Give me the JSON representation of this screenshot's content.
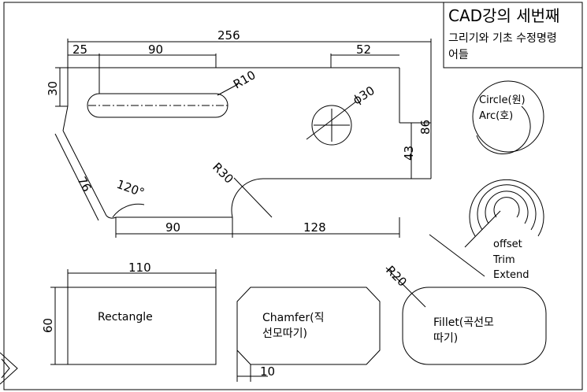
{
  "title_block": {
    "title": "CAD강의 세번째",
    "subtitle_line1": "그리기와 기초 수정명령",
    "subtitle_line2": "어들"
  },
  "dimensions": {
    "overall_width": "256",
    "left_offset": "25",
    "slot_length": "90",
    "right_offset": "52",
    "top_height": "30",
    "slot_radius": "R10",
    "hole_diameter": "ϕ30",
    "right_height": "86",
    "notch_height": "43",
    "fillet_radius": "R30",
    "slant_length": "76",
    "angle": "120°",
    "bottom_left": "90",
    "bottom_right": "128"
  },
  "examples": {
    "circle_label_1": "Circle(원)",
    "circle_label_2": "Arc(호)",
    "offset_label_1": "offset",
    "offset_label_2": "Trim",
    "offset_label_3": "Extend",
    "rectangle_label": "Rectangle",
    "rectangle_width": "110",
    "rectangle_height": "60",
    "chamfer_label_1": "Chamfer(직",
    "chamfer_label_2": "선모따기)",
    "chamfer_size": "10",
    "fillet_label_1": "Fillet(곡선모",
    "fillet_label_2": "따기)",
    "fillet_radius": "R20"
  }
}
